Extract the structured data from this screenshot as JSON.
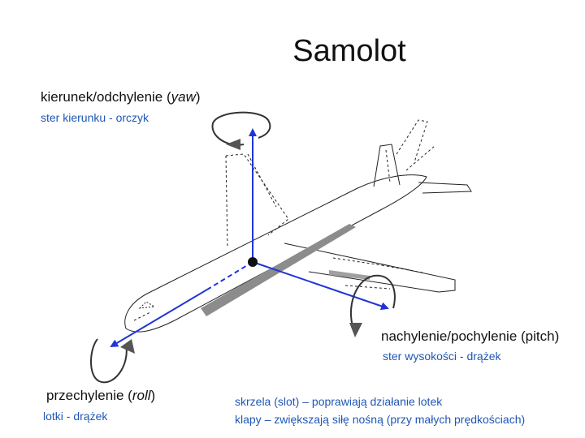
{
  "title": "Samolot",
  "yaw": {
    "label_main": "kierunek/odchylenie ",
    "label_term": "yaw",
    "control": "ster kierunku - orczyk"
  },
  "pitch": {
    "label": "nachylenie/pochylenie (pitch)",
    "control": "ster wysokości - drążek"
  },
  "roll": {
    "label_main": "przechylenie (",
    "label_term": "roll",
    "label_end": ")",
    "control": "lotki - drążek"
  },
  "notes": [
    "skrzela (slot) – poprawiają działanie lotek",
    "klapy – zwiększają siłę nośną (przy małych prędkościach)"
  ],
  "colors": {
    "axis": "#1f35d6",
    "accent_text": "#1f57b5",
    "flap": "#8c8c8c"
  }
}
